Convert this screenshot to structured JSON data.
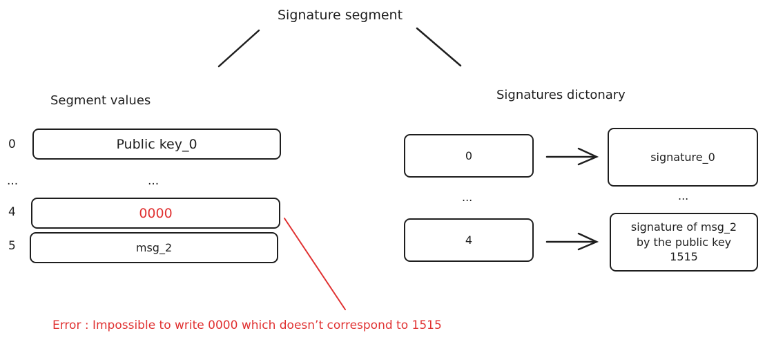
{
  "title": "Signature segment",
  "segment": {
    "heading": "Segment values",
    "rows": [
      {
        "index": "0",
        "value": "Public key_0"
      },
      {
        "index": "...",
        "value": "..."
      },
      {
        "index": "4",
        "value": "0000"
      },
      {
        "index": "5",
        "value": "msg_2"
      }
    ]
  },
  "dictionary": {
    "heading": "Signatures dictonary",
    "keys": [
      "0",
      "...",
      "4"
    ],
    "values": [
      "signature_0",
      "...",
      "signature of msg_2\nby the public key\n1515"
    ]
  },
  "error": "Error : Impossible to write 0000 which doesn’t correspond to 1515",
  "colors": {
    "ink": "#1e1e1e",
    "error": "#e03131"
  }
}
